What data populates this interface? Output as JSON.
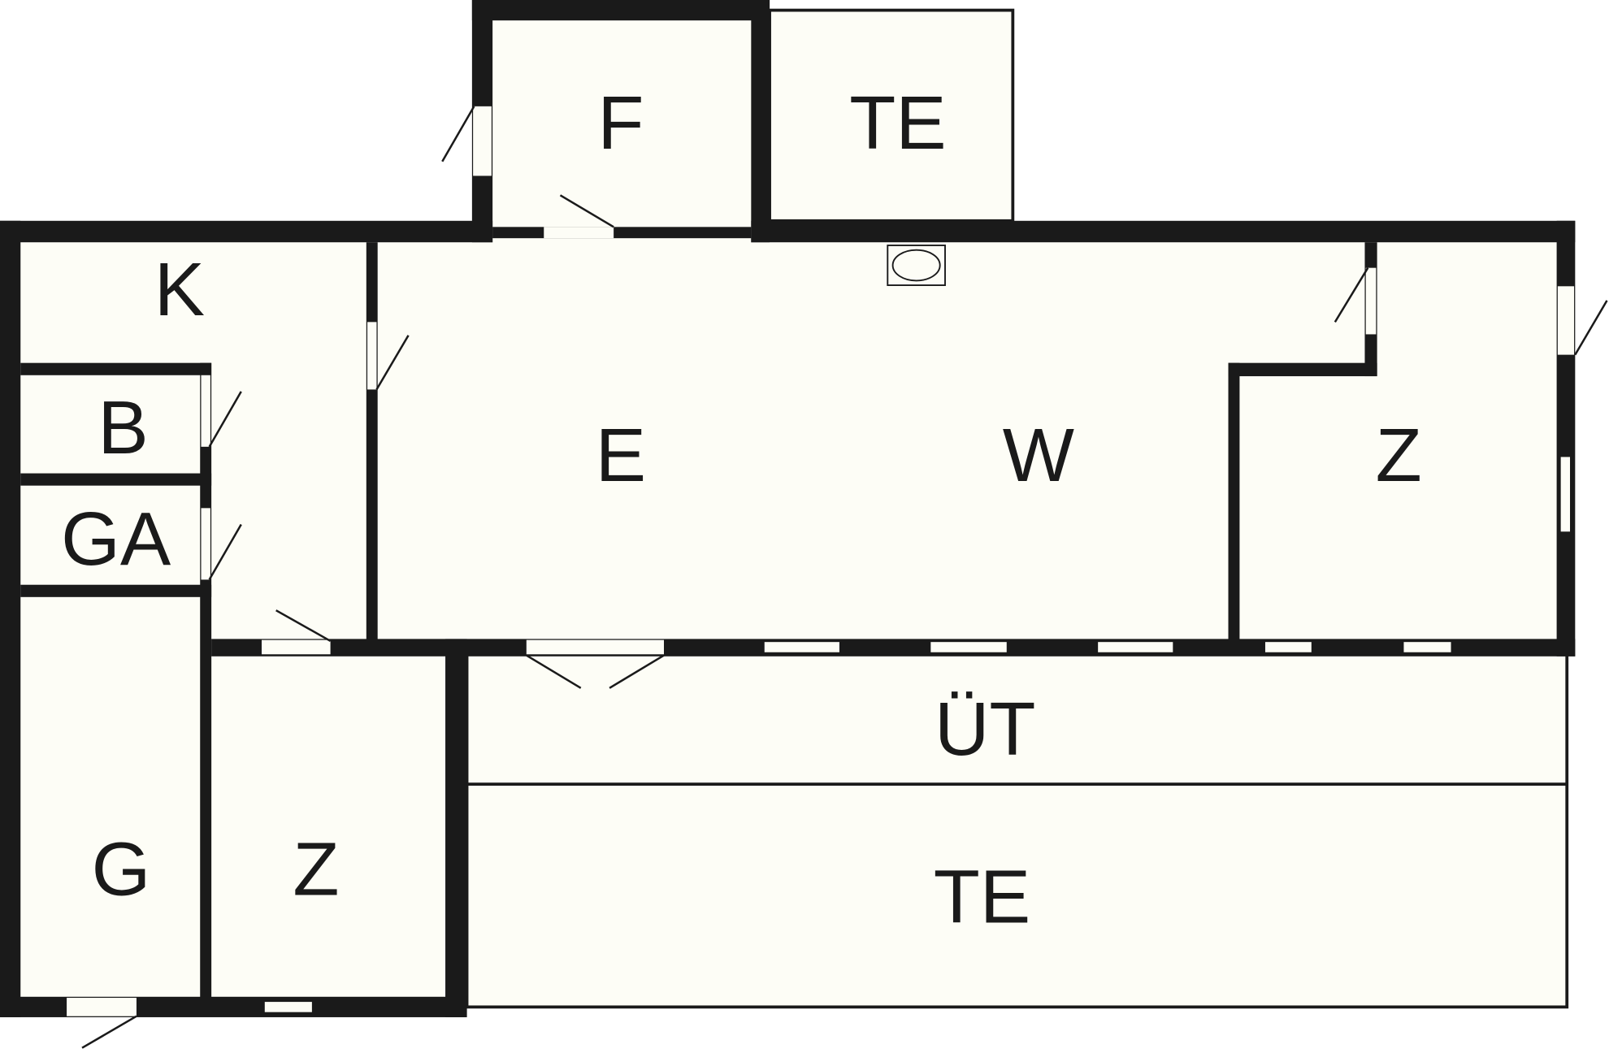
{
  "plan": {
    "colors": {
      "wall": "#1a1a1a",
      "floor": "#fdfdf6"
    },
    "rooms": {
      "f": "F",
      "te_top": "TE",
      "k": "K",
      "b": "B",
      "ga": "GA",
      "e": "E",
      "w": "W",
      "z_right": "Z",
      "ut": "ÜT",
      "z_left": "Z",
      "g": "G",
      "te_bottom": "TE"
    }
  }
}
